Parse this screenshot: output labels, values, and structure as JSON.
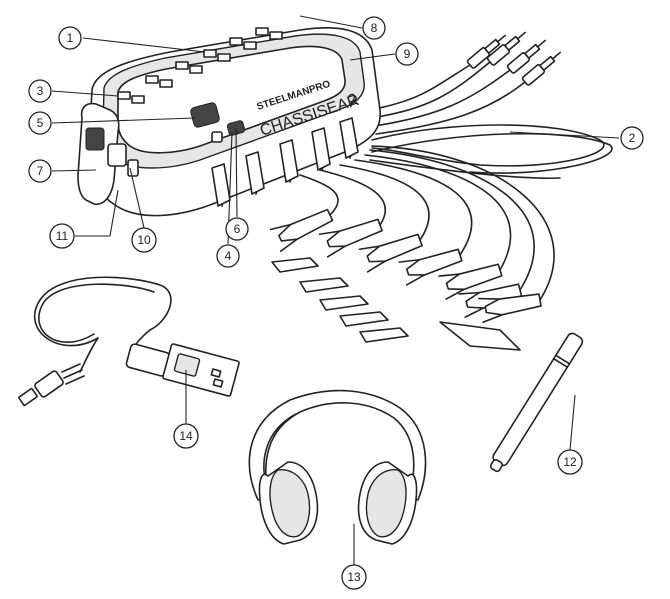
{
  "device": {
    "brand": "STEELMANPRO",
    "model": "CHASSISEAR",
    "model_number": "2"
  },
  "callouts": [
    {
      "id": "c1",
      "label": "1"
    },
    {
      "id": "c2",
      "label": "2"
    },
    {
      "id": "c3",
      "label": "3"
    },
    {
      "id": "c4",
      "label": "4"
    },
    {
      "id": "c5",
      "label": "5"
    },
    {
      "id": "c6",
      "label": "6"
    },
    {
      "id": "c7",
      "label": "7"
    },
    {
      "id": "c8",
      "label": "8"
    },
    {
      "id": "c9",
      "label": "9"
    },
    {
      "id": "c10",
      "label": "10"
    },
    {
      "id": "c11",
      "label": "11"
    },
    {
      "id": "c12",
      "label": "12"
    },
    {
      "id": "c13",
      "label": "13"
    },
    {
      "id": "c14",
      "label": "14"
    }
  ]
}
